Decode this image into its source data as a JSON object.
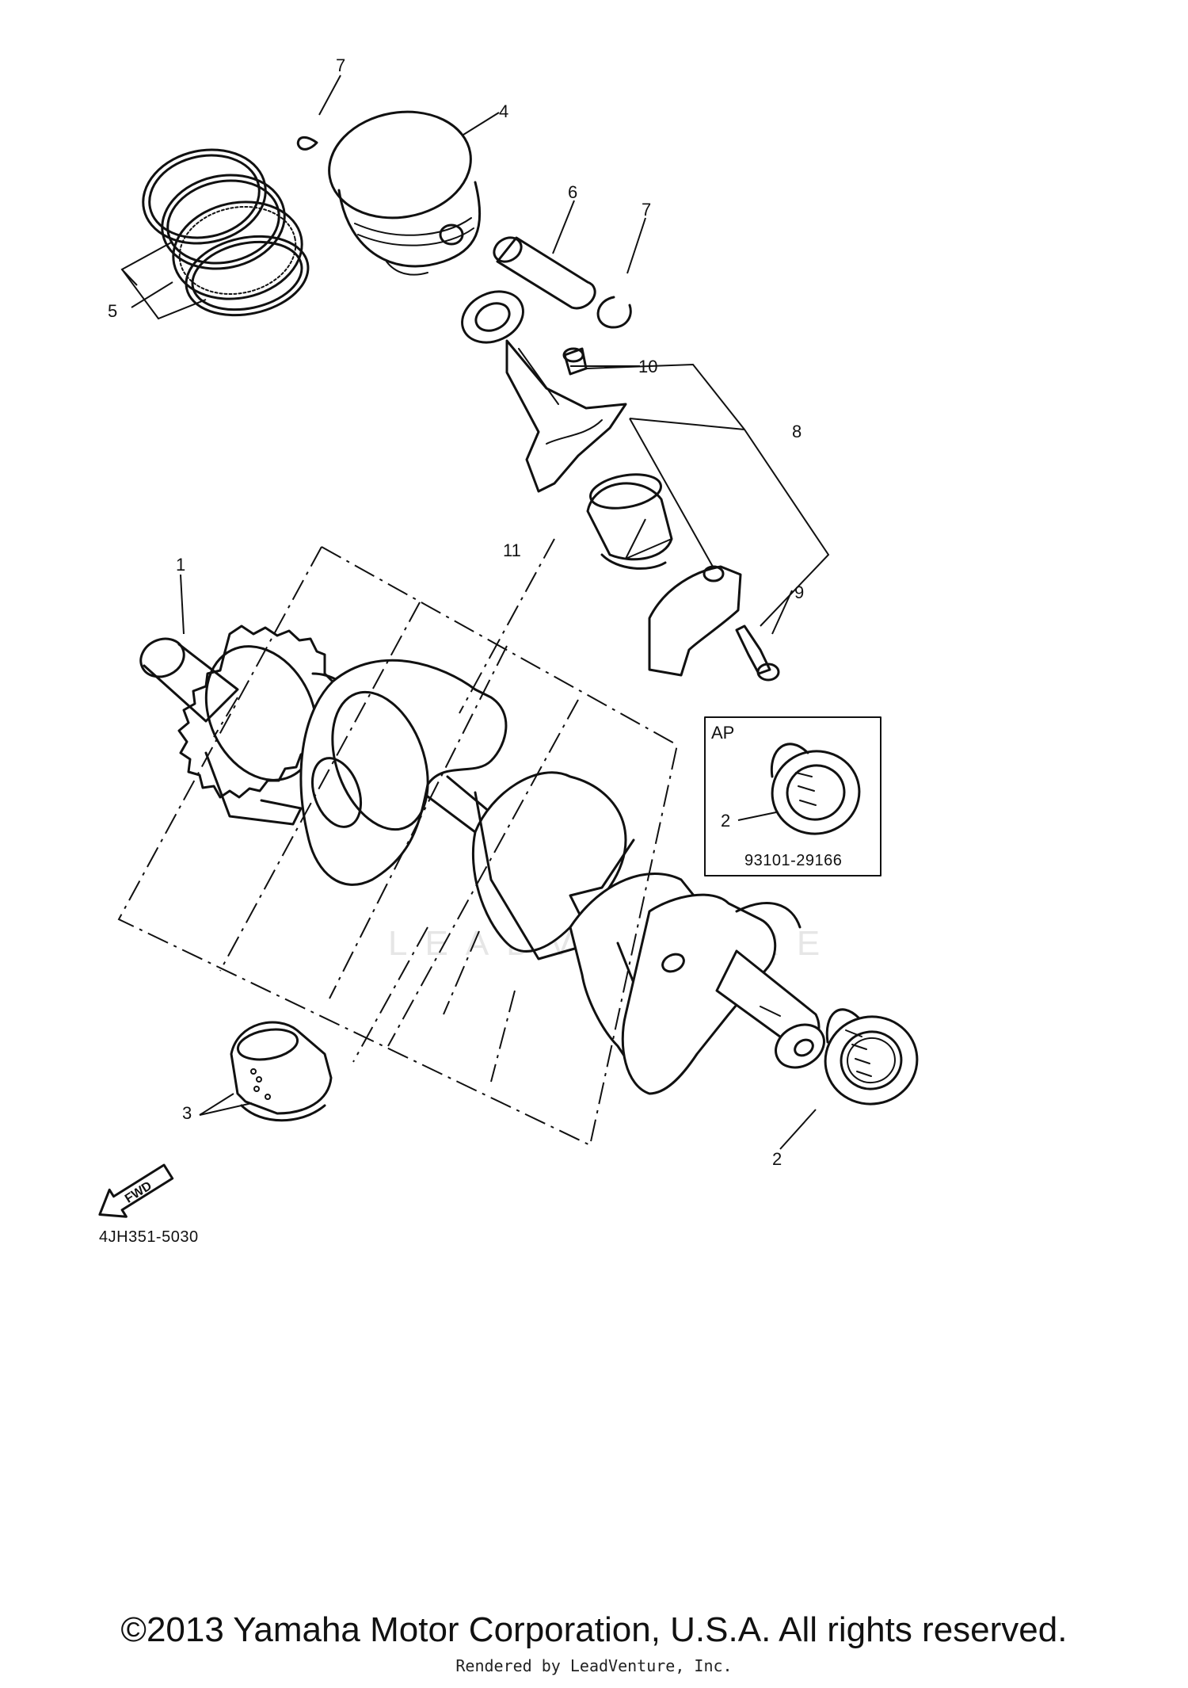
{
  "diagram_code": "4JH351-5030",
  "fwd_label": "FWD",
  "inset": {
    "label": "AP",
    "part_number": "93101-29166",
    "callout": "2"
  },
  "callouts": {
    "c1": "1",
    "c2": "2",
    "c3": "3",
    "c4": "4",
    "c5": "5",
    "c6": "6",
    "c7a": "7",
    "c7b": "7",
    "c8": "8",
    "c9": "9",
    "c10": "10",
    "c11": "11"
  },
  "watermark": "LEADVENTURE",
  "footer": {
    "copyright": "©2013 Yamaha Motor Corporation, U.S.A. All rights reserved.",
    "rendered": "Rendered by LeadVenture, Inc."
  }
}
